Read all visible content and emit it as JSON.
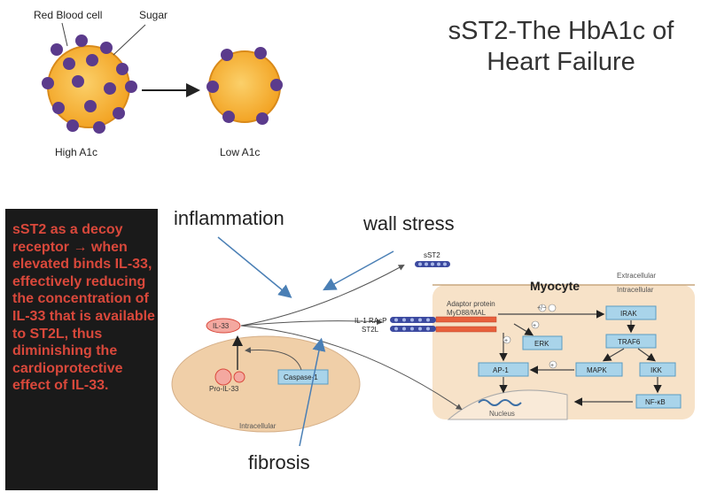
{
  "title": "sST2-The HbA1c of Heart Failure",
  "rbc": {
    "red_blood_cell_label": "Red Blood cell",
    "sugar_label": "Sugar",
    "high_label": "High A1c",
    "low_label": "Low A1c"
  },
  "side_note": "sST2 as a decoy receptor → when elevated binds IL-33, effectively reducing the concentration of IL-33 that is available to ST2L, thus diminishing the cardioprotective effect of IL-33.",
  "labels": {
    "inflammation": "inflammation",
    "wall_stress": "wall stress",
    "fibrosis": "fibrosis"
  },
  "pathway": {
    "sst2": "sST2",
    "extracellular": "Extracellular",
    "intracellular_right": "Intracellular",
    "myocyte": "Myocyte",
    "adaptor_line1": "Adaptor protein",
    "adaptor_line2": "MyD88/MAL",
    "il33": "IL-33",
    "il1racp": "IL-1 RAcP",
    "st2l": "ST2L",
    "pro_il33": "Pro-IL-33",
    "caspase": "Caspase-1",
    "intracellular_left": "Intracellular",
    "irak": "IRAK",
    "traf6": "TRAF6",
    "erk": "ERK",
    "ap1": "AP-1",
    "mapk": "MAPK",
    "ikk": "IKK",
    "nfkb": "NF-κB",
    "nucleus": "Nucleus",
    "plus": "+",
    "plus_minus": "+/−"
  },
  "colors": {
    "cell_fill": "#f5a623",
    "cell_stroke": "#d98a1a",
    "sugar": "#5b3b8c",
    "side_text": "#d9483b",
    "node_fill": "#a9d4ea",
    "node_stroke": "#5a9cc2",
    "arrow_blue": "#4a7fb5",
    "cell_bg": "#f7e2c8"
  }
}
